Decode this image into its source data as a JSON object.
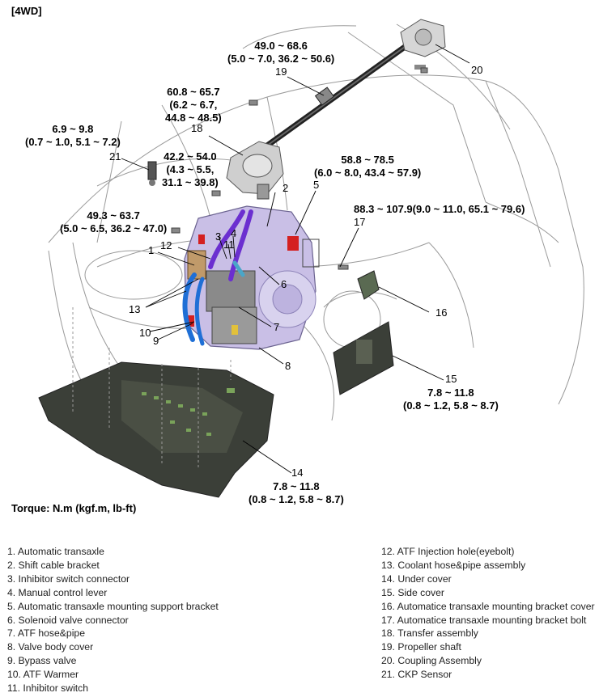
{
  "header": {
    "tag": "[4WD]"
  },
  "torque_note": "Torque: N.m (kgf.m, lb-ft)",
  "torque_labels": {
    "propeller": [
      "49.0 ~ 68.6",
      "(5.0 ~ 7.0, 36.2 ~ 50.6)"
    ],
    "transfer": [
      "60.8 ~ 65.7",
      "(6.2 ~ 6.7,",
      "44.8 ~ 48.5)"
    ],
    "ckp": [
      "6.9 ~ 9.8",
      "(0.7 ~ 1.0, 5.1 ~ 7.2)"
    ],
    "bracket_left": [
      "42.2 ~ 54.0",
      "(4.3 ~ 5.5,",
      "31.1 ~ 39.8)"
    ],
    "bracket_right": [
      "58.8 ~ 78.5",
      "(6.0 ~ 8.0, 43.4 ~ 57.9)"
    ],
    "mount": [
      "49.3 ~ 63.7",
      "(5.0 ~ 6.5, 36.2 ~ 47.0)"
    ],
    "bolt": [
      "88.3 ~ 107.9(9.0 ~ 11.0, 65.1 ~ 79.6)"
    ],
    "side_cover": [
      "7.8 ~ 11.8",
      "(0.8 ~ 1.2, 5.8 ~ 8.7)"
    ],
    "under_cover": [
      "7.8 ~ 11.8",
      "(0.8 ~ 1.2, 5.8 ~ 8.7)"
    ]
  },
  "callouts": {
    "n1": "1",
    "n2": "2",
    "n3": "3",
    "n4": "4",
    "n5": "5",
    "n6": "6",
    "n7": "7",
    "n8": "8",
    "n9": "9",
    "n10": "10",
    "n11": "11",
    "n12": "12",
    "n13": "13",
    "n14": "14",
    "n15": "15",
    "n16": "16",
    "n17": "17",
    "n18": "18",
    "n19": "19",
    "n20": "20",
    "n21": "21"
  },
  "parts_left": [
    "1. Automatic transaxle",
    "2. Shift cable bracket",
    "3. Inhibitor switch connector",
    "4. Manual control lever",
    "5. Automatic transaxle mounting support bracket",
    "6. Solenoid valve connector",
    "7. ATF hose&pipe",
    "8. Valve body cover",
    "9. Bypass valve",
    "10. ATF Warmer",
    "11. Inhibitor switch"
  ],
  "parts_right": [
    "12. ATF Injection hole(eyebolt)",
    "13. Coolant hose&pipe assembly",
    "14. Under cover",
    "15. Side cover",
    "16. Automatice transaxle mounting bracket cover",
    "17. Automatice transaxle mounting bracket bolt",
    "18. Transfer assembly",
    "19. Propeller shaft",
    "20. Coupling Assembly",
    "21. CKP Sensor"
  ],
  "colors": {
    "transaxle": "#c9bfe6",
    "transaxle_dark": "#8d83b8",
    "hose_purple": "#6b2fd0",
    "hose_blue": "#1f6fd6",
    "cover_dark": "#3b3f38",
    "cover_green": "#7aa35a",
    "bracket_red": "#d42020"
  }
}
